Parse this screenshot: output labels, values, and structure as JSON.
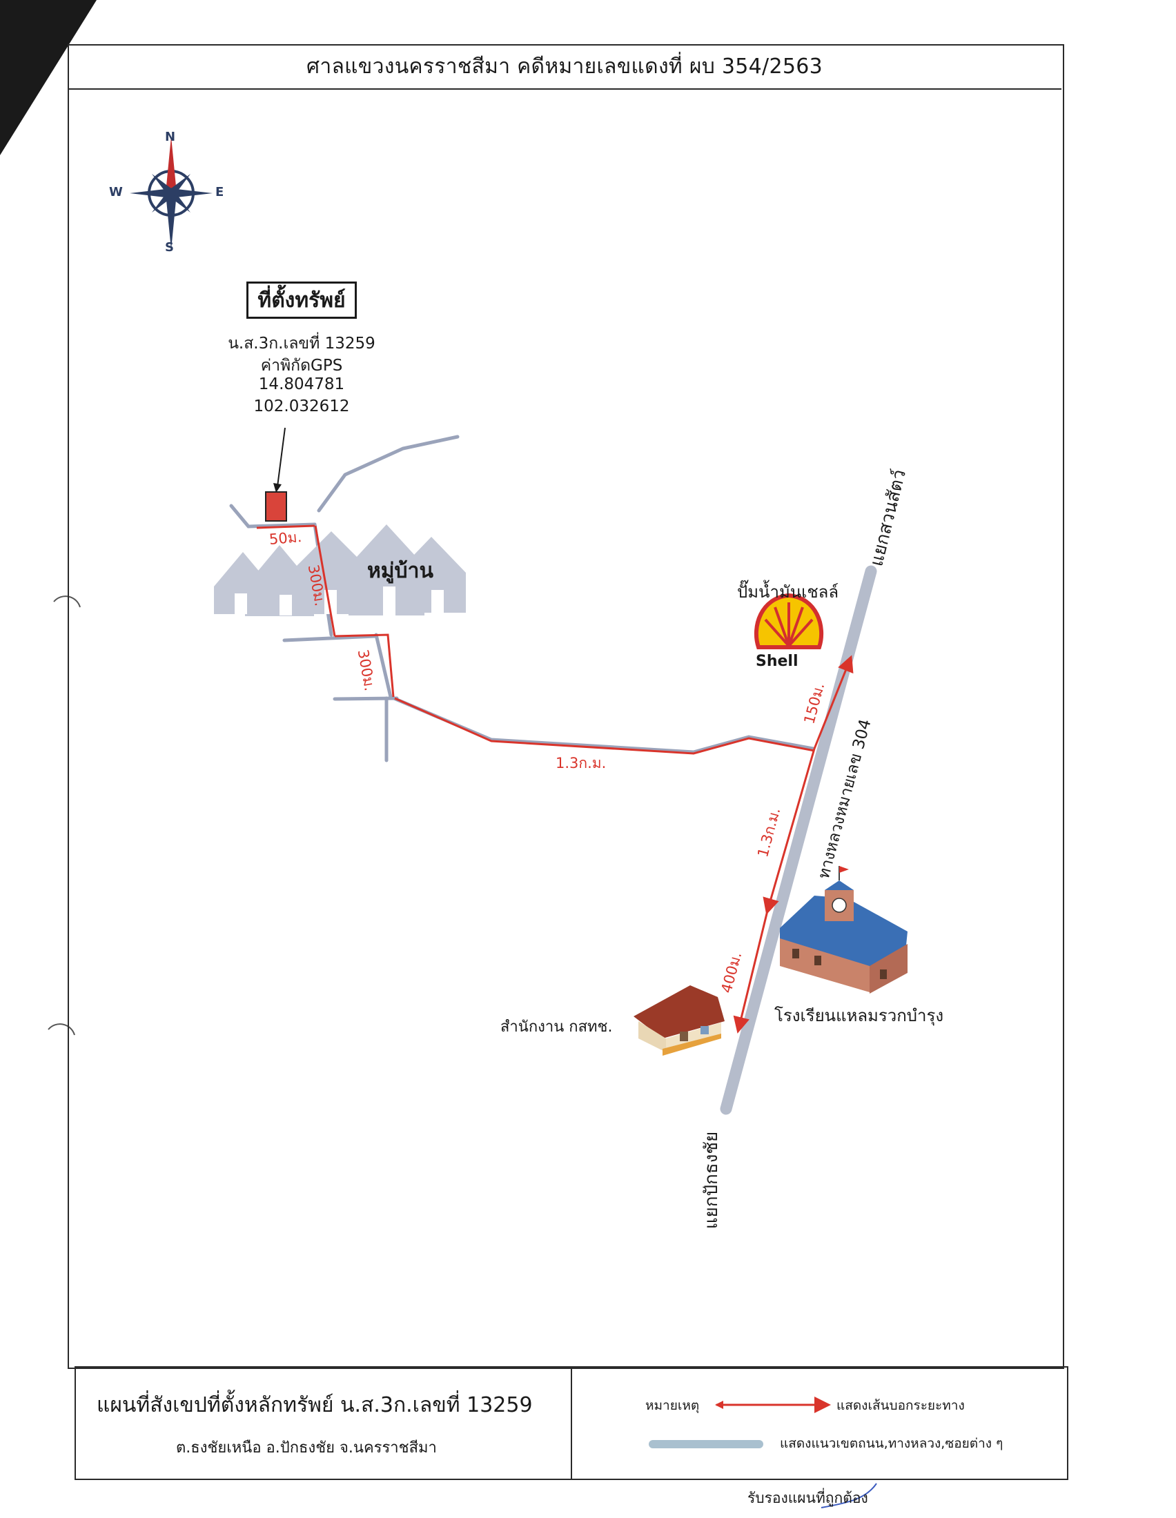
{
  "header": {
    "title": "ศาลแขวงนครราชสีมา คดีหมายเลขแดงที่ ผบ 354/2563"
  },
  "compass": {
    "n": "N",
    "s": "S",
    "e": "E",
    "w": "W"
  },
  "property": {
    "box_label": "ที่ตั้งทรัพย์",
    "deed": "น.ส.3ก.เลขที่ 13259",
    "gps_label": "ค่าพิกัดGPS",
    "lat": "14.804781",
    "lon": "102.032612"
  },
  "places": {
    "village": "หมู่บ้าน",
    "gas_station": "ปั๊มน้ำมันเชลล์",
    "shell_logo": "Shell",
    "school": "โรงเรียนแหลมรวกบำรุง",
    "office": "สำนักงาน กสทช.",
    "junction_north": "แยกสวนสัตว์",
    "junction_south": "แยกปักธงชัย",
    "highway": "ทางหลวงหมายเลข 304"
  },
  "distances": {
    "d50": "50ม.",
    "d300a": "300ม.",
    "d300b": "300ม.",
    "d1_3a": "1.3ก.ม.",
    "d150": "150ม.",
    "d1_3b": "1.3ก.ม.",
    "d400": "400ม."
  },
  "footer": {
    "map_title": "แผนที่สังเขปที่ตั้งหลักทรัพย์ น.ส.3ก.เลขที่ 13259",
    "map_sub": "ต.ธงชัยเหนือ  อ.ปักธงชัย  จ.นครราชสีมา",
    "legend_label": "หมายเหตุ",
    "legend_arrow": "แสดงเส้นบอกระยะทาง",
    "legend_road": "แสดงแนวเขตถนน,ทางหลวง,ซอยต่าง ๆ",
    "certify": "รับรองแผนที่ถูกต้อง"
  },
  "colors": {
    "route": "#d9342b",
    "road": "#9aa3ba",
    "highway": "#b5bccb",
    "property": "#d9443a",
    "village": "#c3c8d6"
  }
}
